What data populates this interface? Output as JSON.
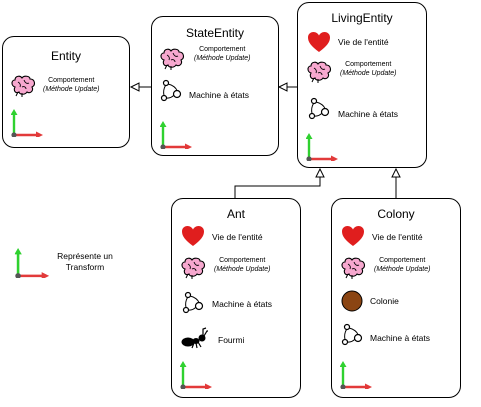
{
  "entities": {
    "entity": {
      "title": "Entity",
      "behavior": "Comportement",
      "behavior_method": "(Méthode Update)"
    },
    "state_entity": {
      "title": "StateEntity",
      "behavior": "Comportement",
      "behavior_method": "(Méthode Update)",
      "state_machine": "Machine à états"
    },
    "living_entity": {
      "title": "LivingEntity",
      "life": "Vie de l'entité",
      "behavior": "Comportement",
      "behavior_method": "(Méthode Update)",
      "state_machine": "Machine à états"
    },
    "ant": {
      "title": "Ant",
      "life": "Vie de l'entité",
      "behavior": "Comportement",
      "behavior_method": "(Méthode Update)",
      "state_machine": "Machine à états",
      "ant_label": "Fourmi"
    },
    "colony": {
      "title": "Colony",
      "life": "Vie de l'entité",
      "behavior": "Comportement",
      "behavior_method": "(Méthode Update)",
      "colony_label": "Colonie",
      "state_machine": "Machine à états"
    }
  },
  "legend": {
    "line1": "Représente un",
    "line2": "Transform"
  },
  "colors": {
    "heart": "#e01e1e",
    "brain": "#f7a8cf",
    "axis_x": "#e23a3a",
    "axis_y": "#2fd12f",
    "colony": "#8b4513"
  },
  "icons": [
    "brain-icon",
    "heart-icon",
    "state-machine-icon",
    "ant-icon",
    "colony-icon",
    "transform-icon"
  ]
}
